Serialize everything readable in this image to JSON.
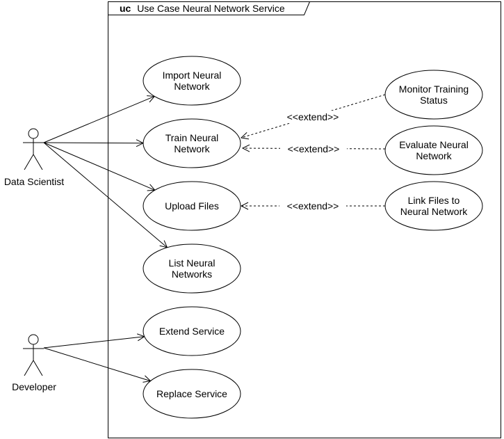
{
  "frame": {
    "keyword": "uc",
    "title": "Use Case Neural Network Service"
  },
  "actors": [
    {
      "id": "data-scientist",
      "label": "Data Scientist"
    },
    {
      "id": "developer",
      "label": "Developer"
    }
  ],
  "use_cases": [
    {
      "id": "import-neural-network",
      "lines": [
        "Import Neural",
        "Network"
      ]
    },
    {
      "id": "train-neural-network",
      "lines": [
        "Train Neural",
        "Network"
      ]
    },
    {
      "id": "upload-files",
      "lines": [
        "Upload Files"
      ]
    },
    {
      "id": "list-neural-networks",
      "lines": [
        "List Neural",
        "Networks"
      ]
    },
    {
      "id": "extend-service",
      "lines": [
        "Extend Service"
      ]
    },
    {
      "id": "replace-service",
      "lines": [
        "Replace Service"
      ]
    },
    {
      "id": "monitor-training-status",
      "lines": [
        "Monitor Training",
        "Status"
      ]
    },
    {
      "id": "evaluate-neural-network",
      "lines": [
        "Evaluate Neural",
        "Network"
      ]
    },
    {
      "id": "link-files-to-neural-network",
      "lines": [
        "Link Files to",
        "Neural Network"
      ]
    }
  ],
  "associations": [
    {
      "from": "data-scientist",
      "to": "import-neural-network"
    },
    {
      "from": "data-scientist",
      "to": "train-neural-network"
    },
    {
      "from": "data-scientist",
      "to": "upload-files"
    },
    {
      "from": "data-scientist",
      "to": "list-neural-networks"
    },
    {
      "from": "developer",
      "to": "extend-service"
    },
    {
      "from": "developer",
      "to": "replace-service"
    }
  ],
  "extends": [
    {
      "from": "monitor-training-status",
      "to": "train-neural-network",
      "label": "<<extend>>"
    },
    {
      "from": "evaluate-neural-network",
      "to": "train-neural-network",
      "label": "<<extend>>"
    },
    {
      "from": "link-files-to-neural-network",
      "to": "upload-files",
      "label": "<<extend>>"
    }
  ]
}
